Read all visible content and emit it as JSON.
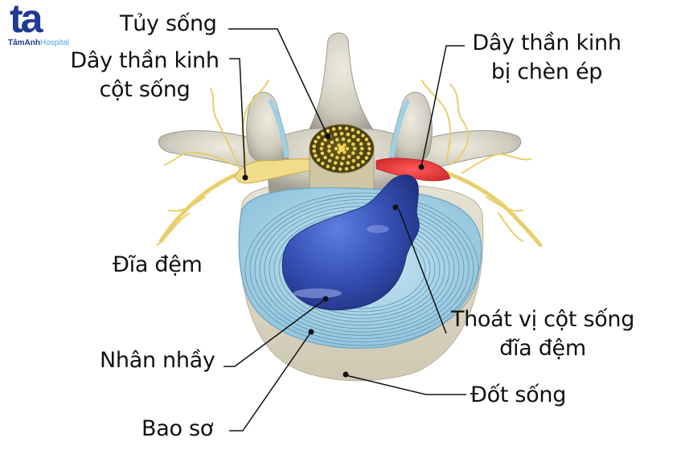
{
  "logo": {
    "mark": "ta",
    "brand": "TâmAnh",
    "suffix": "Hospital",
    "colors": {
      "mark": "#1f3a93",
      "suffix": "#3fa9e0"
    }
  },
  "diagram": {
    "title": "Thoát vị đĩa đệm cột sống - mặt cắt đốt sống",
    "colors": {
      "bone": "#cfccbf",
      "nerve": "#e8cf6a",
      "compressed_nerve": "#e63b3b",
      "annulus": "#a9d4e8",
      "nucleus": "#3550b5",
      "leader_line": "#111111"
    }
  },
  "labels": {
    "spinal_cord": "Tủy sống",
    "spinal_nerve_line1": "Dây thần kinh",
    "spinal_nerve_line2": "cột sống",
    "compressed_nerve_line1": "Dây thần kinh",
    "compressed_nerve_line2": "bị chèn ép",
    "disc": "Đĩa đệm",
    "herniation_line1": "Thoát vị cột sống",
    "herniation_line2": "đĩa đệm",
    "nucleus": "Nhân nhầy",
    "vertebra": "Đốt sống",
    "annulus": "Bao sơ"
  }
}
